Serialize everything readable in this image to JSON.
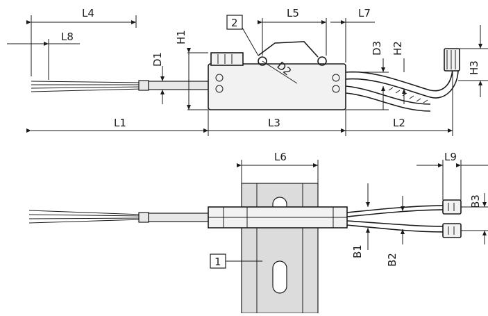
{
  "side_view": {
    "L4": "L4",
    "L8": "L8",
    "L5": "L5",
    "L7": "L7",
    "H1": "H1",
    "D1": "D1",
    "D2": "D2",
    "D3": "D3",
    "H2": "H2",
    "H3": "H3",
    "L1": "L1",
    "L3": "L3",
    "L2": "L2",
    "callout_2": "2"
  },
  "top_view": {
    "L6": "L6",
    "L9": "L9",
    "B1": "B1",
    "B2": "B2",
    "B3": "B3",
    "callout_1": "1"
  },
  "colors": {
    "line": "#1a1a1a",
    "body_fill": "#f2f2f2",
    "rail_fill": "#dcdcdc"
  }
}
